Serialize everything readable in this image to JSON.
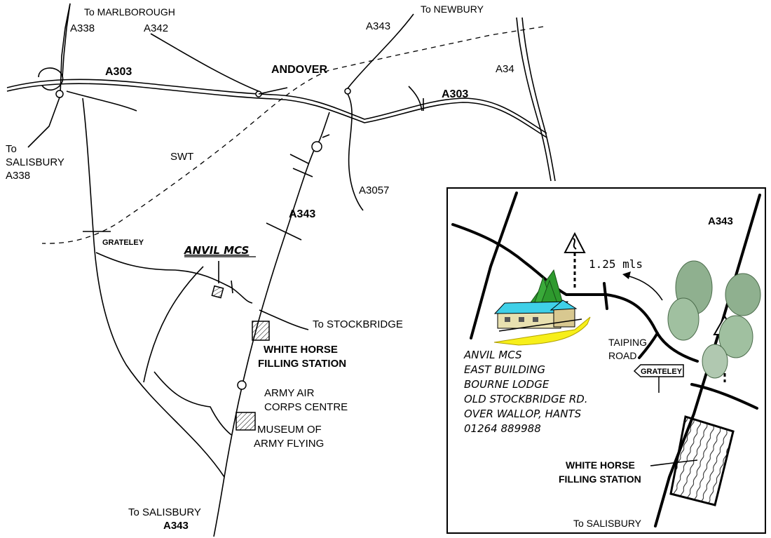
{
  "labels": {
    "to_marlborough": "To MARLBOROUGH",
    "a338_top": "A338",
    "a342": "A342",
    "to_newbury": "To NEWBURY",
    "a343_top": "A343",
    "a303_left": "A303",
    "andover": "ANDOVER",
    "a34": "A34",
    "a303_right": "A303",
    "to_salisbury_left_1": "To",
    "to_salisbury_left_2": "SALISBURY",
    "a338_left": "A338",
    "swt": "SWT",
    "a3057": "A3057",
    "a343_mid": "A343",
    "grateley": "GRATELEY",
    "anvil_mcs": "ANVIL MCS",
    "to_stockbridge": "To STOCKBRIDGE",
    "white_horse_1": "WHITE HORSE",
    "white_horse_2": "FILLING STATION",
    "army_air_1": "ARMY  AIR",
    "army_air_2": "CORPS CENTRE",
    "museum_1": "MUSEUM  OF",
    "museum_2": "ARMY FLYING",
    "to_salisbury_bottom": "To SALISBURY",
    "a343_bottom": "A343"
  },
  "inset": {
    "a343": "A343",
    "distance": "1.25 mls",
    "taiping_1": "TAIPING",
    "taiping_2": "ROAD",
    "grateley_sign": "GRATELEY",
    "white_horse_1": "WHITE HORSE",
    "white_horse_2": "FILLING STATION",
    "to_salisbury": "To SALISBURY",
    "address": [
      "ANVIL MCS",
      "EAST BUILDING",
      "BOURNE LODGE",
      "OLD STOCKBRIDGE RD.",
      "OVER WALLOP, HANTS",
      "01264 889988"
    ]
  },
  "icons": {
    "warning_sign": "bend-warning-sign-icon",
    "junction_sign": "junction-warning-sign-icon",
    "building": "building-icon",
    "trees": "tree-icon",
    "station": "filling-station-icon"
  },
  "colors": {
    "roof": "#3fd0e8",
    "trees": "#2e9a2e",
    "lawn": "#f7ef1a",
    "wall": "#e8e0b0"
  }
}
